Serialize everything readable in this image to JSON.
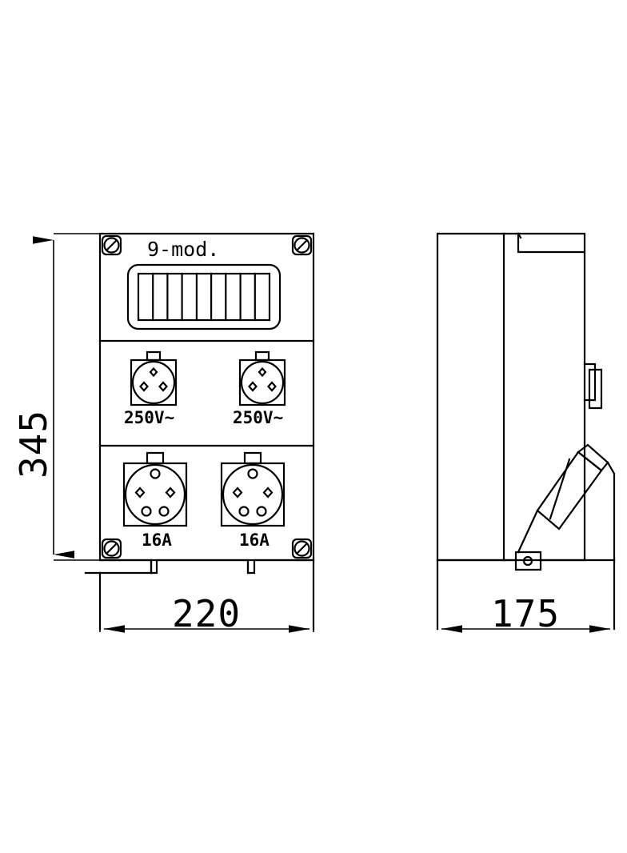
{
  "drawing": {
    "type": "mechanical-dimension-drawing",
    "subject": "Modular electrical distribution enclosure",
    "background_color": "#ffffff",
    "line_color": "#000000"
  },
  "front_view": {
    "title_label": "9-mod.",
    "module_slot_count": 9,
    "corner_screw_count": 4,
    "sockets_250v": [
      {
        "label": "250V~",
        "hole_count": 3
      },
      {
        "label": "250V~",
        "hole_count": 3
      }
    ],
    "sockets_16a": [
      {
        "label": "16A",
        "hole_count": 5
      },
      {
        "label": "16A",
        "hole_count": 5
      }
    ],
    "dimensions": {
      "height_label": "345",
      "width_label": "220"
    }
  },
  "side_view": {
    "dimensions": {
      "depth_label": "175"
    },
    "features": {
      "angled_socket": "inclined-socket-profile",
      "mounting_bracket": "bracket-with-hole",
      "side_tab": "side-latch-tab",
      "top_lid": "hinged-top-lid"
    }
  },
  "labels": {
    "dim_345": "345",
    "dim_220": "220",
    "dim_175": "175",
    "module_title": "9-mod.",
    "socket_250v_left": "250V~",
    "socket_250v_right": "250V~",
    "socket_16a_left": "16A",
    "socket_16a_right": "16A"
  }
}
